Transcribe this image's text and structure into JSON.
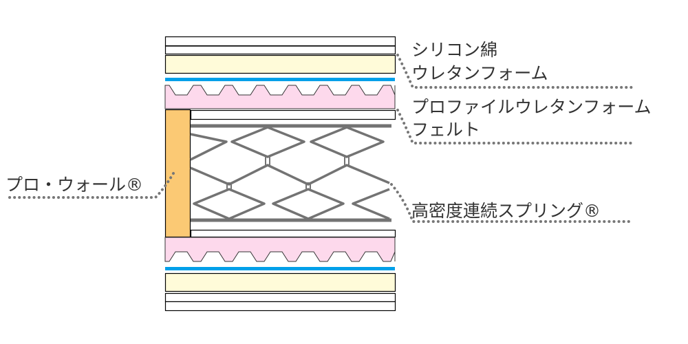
{
  "labels": {
    "silicone_cotton": "シリコン綿",
    "urethane_foam": "ウレタンフォーム",
    "profile_urethane_foam": "プロファイルウレタンフォーム",
    "felt": "フェルト",
    "spring": "高密度連続スプリング®",
    "pro_wall": "プロ・ウォール®"
  },
  "colors": {
    "urethane": "#fffbd9",
    "blue_layer": "#00a0e9",
    "profile_foam": "#fdd9ec",
    "pro_wall": "#fbc974",
    "spring": "#737373",
    "leader": "#777777"
  }
}
